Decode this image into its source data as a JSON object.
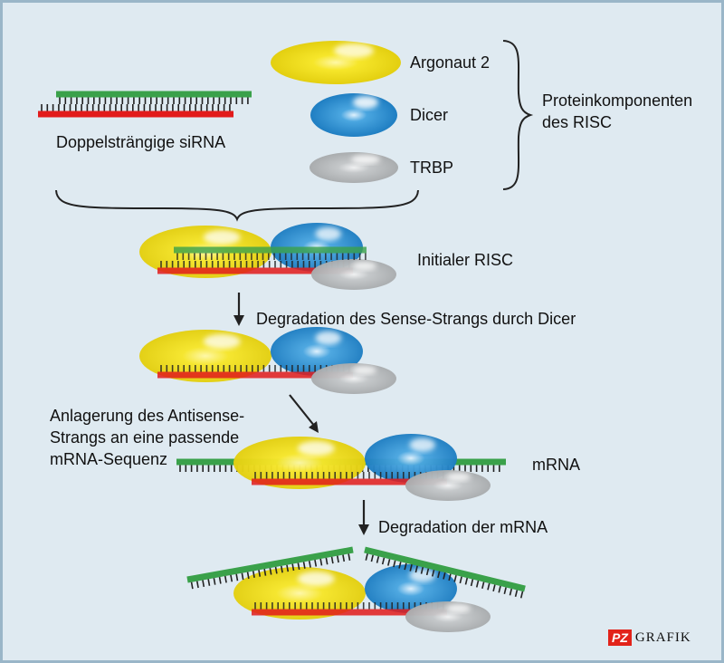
{
  "labels": {
    "sirna": "Doppelsträngige siRNA",
    "argonaut": "Argonaut 2",
    "dicer": "Dicer",
    "trbp": "TRBP",
    "protein_line1": "Proteinkomponenten",
    "protein_line2": "des RISC",
    "initial_risc": "Initialer RISC",
    "degradation_sense": "Degradation des Sense-Strangs durch Dicer",
    "anlagerung_line1": "Anlagerung des Antisense-",
    "anlagerung_line2": "Strangs an eine passende",
    "anlagerung_line3": "mRNA-Sequenz",
    "mrna": "mRNA",
    "degradation_mrna": "Degradation der mRNA"
  },
  "logo": {
    "pz": "PZ",
    "grafik": "GRAFIK"
  },
  "colors": {
    "background": "#dfeaf1",
    "border": "#9ab6c8",
    "argonaut": "#f2e21a",
    "dicer": "#2a8fd0",
    "trbp": "#b9bcbe",
    "sense_strand": "#3aa14a",
    "antisense_strand": "#e21b1b",
    "brand_red": "#e2231a"
  }
}
